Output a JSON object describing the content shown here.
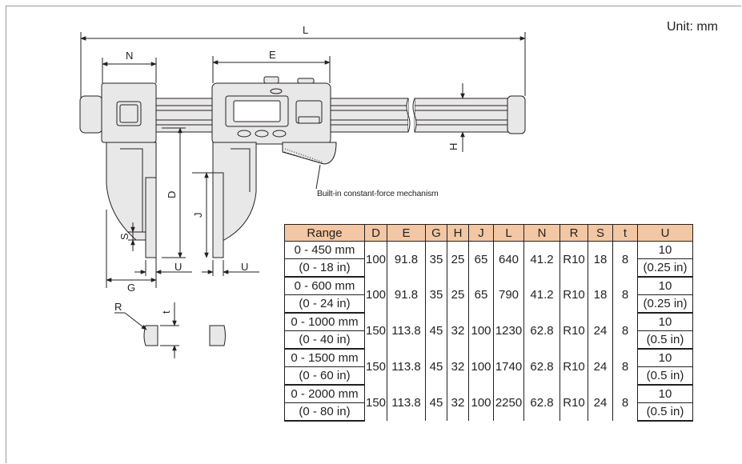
{
  "unit_label": "Unit: mm",
  "mechanism_label": "Built-in constant-force mechanism",
  "dimension_labels": {
    "L": "L",
    "N": "N",
    "E": "E",
    "D": "D",
    "J": "J",
    "H": "H",
    "S": "S",
    "G": "G",
    "U1": "U",
    "U2": "U",
    "R": "R",
    "t": "t"
  },
  "table": {
    "headers": [
      "Range",
      "D",
      "E",
      "G",
      "H",
      "J",
      "L",
      "N",
      "R",
      "S",
      "t",
      "U"
    ],
    "rows": [
      {
        "range_mm": "0 - 450 mm",
        "range_in": "(0 - 18 in)",
        "D": "100",
        "E": "91.8",
        "G": "35",
        "H": "25",
        "J": "65",
        "L": "640",
        "N": "41.2",
        "R": "R10",
        "S": "18",
        "t": "8",
        "U_mm": "10",
        "U_in": "(0.25 in)"
      },
      {
        "range_mm": "0 - 600 mm",
        "range_in": "(0 - 24 in)",
        "D": "100",
        "E": "91.8",
        "G": "35",
        "H": "25",
        "J": "65",
        "L": "790",
        "N": "41.2",
        "R": "R10",
        "S": "18",
        "t": "8",
        "U_mm": "10",
        "U_in": "(0.25 in)"
      },
      {
        "range_mm": "0 - 1000 mm",
        "range_in": "(0 - 40 in)",
        "D": "150",
        "E": "113.8",
        "G": "45",
        "H": "32",
        "J": "100",
        "L": "1230",
        "N": "62.8",
        "R": "R10",
        "S": "24",
        "t": "8",
        "U_mm": "10",
        "U_in": "(0.5 in)"
      },
      {
        "range_mm": "0 - 1500 mm",
        "range_in": "(0 - 60 in)",
        "D": "150",
        "E": "113.8",
        "G": "45",
        "H": "32",
        "J": "100",
        "L": "1740",
        "N": "62.8",
        "R": "R10",
        "S": "24",
        "t": "8",
        "U_mm": "10",
        "U_in": "(0.5 in)"
      },
      {
        "range_mm": "0 - 2000 mm",
        "range_in": "(0 - 80 in)",
        "D": "150",
        "E": "113.8",
        "G": "45",
        "H": "32",
        "J": "100",
        "L": "2250",
        "N": "62.8",
        "R": "R10",
        "S": "24",
        "t": "8",
        "U_mm": "10",
        "U_in": "(0.5 in)"
      }
    ]
  },
  "colors": {
    "header_fill": "#f3c7a3",
    "body_fill": "#e9e8e8",
    "line": "#231f20"
  }
}
